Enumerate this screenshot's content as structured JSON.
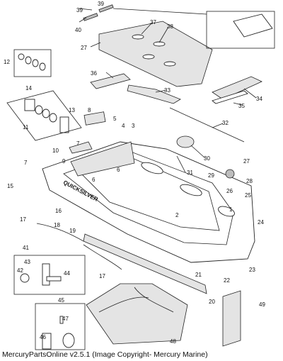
{
  "caption": "MercuryPartsOnline v2.5.1 (Image Copyright- Mercury Marine)",
  "callouts": [
    "1",
    "2",
    "3",
    "4",
    "5",
    "6",
    "6",
    "7",
    "7",
    "8",
    "9",
    "10",
    "11",
    "12",
    "13",
    "14",
    "15",
    "16",
    "17",
    "17",
    "18",
    "19",
    "20",
    "21",
    "22",
    "23",
    "24",
    "25",
    "26",
    "27",
    "27",
    "28",
    "29",
    "30",
    "31",
    "32",
    "33",
    "34",
    "35",
    "36",
    "37",
    "38",
    "39",
    "39",
    "40",
    "41",
    "42",
    "43",
    "44",
    "45",
    "46",
    "47",
    "48",
    "49"
  ],
  "hull_brand_text": "QUICKSILVER",
  "icons": [
    "inflatable-boat",
    "floor-board",
    "oar",
    "pump",
    "carry-bag",
    "valve",
    "repair-kit",
    "seat-bench"
  ]
}
